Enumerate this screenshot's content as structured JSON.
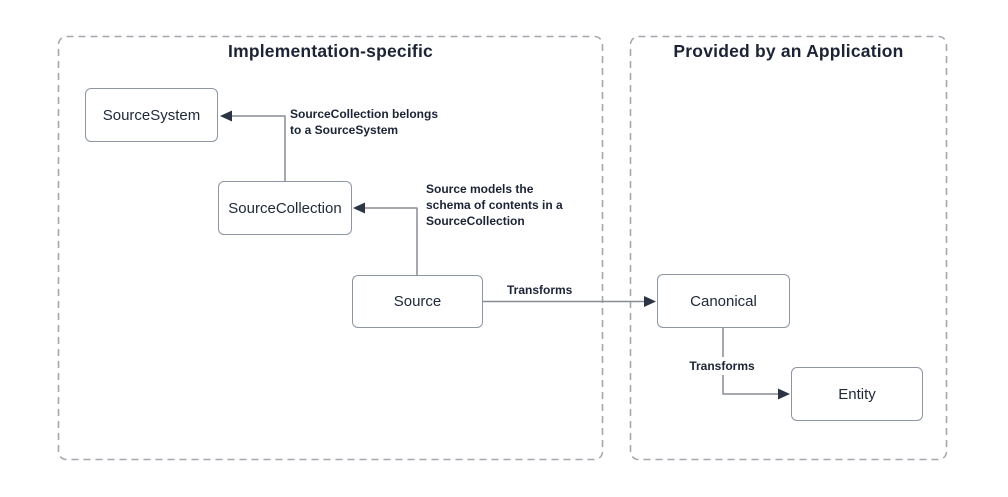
{
  "diagram": {
    "containers": [
      {
        "id": "implementation-specific",
        "title": "Implementation-specific"
      },
      {
        "id": "provided-by-application",
        "title": "Provided by an Application"
      }
    ],
    "nodes": [
      {
        "id": "source-system",
        "label": "SourceSystem"
      },
      {
        "id": "source-collection",
        "label": "SourceCollection"
      },
      {
        "id": "source",
        "label": "Source"
      },
      {
        "id": "canonical",
        "label": "Canonical"
      },
      {
        "id": "entity",
        "label": "Entity"
      }
    ],
    "edges": [
      {
        "from": "SourceCollection",
        "to": "SourceSystem",
        "label_lines": {
          "0": "SourceCollection belongs",
          "1": "to a SourceSystem"
        }
      },
      {
        "from": "Source",
        "to": "SourceCollection",
        "label_lines": {
          "0": "Source models the",
          "1": "schema of contents in a",
          "2": "SourceCollection"
        }
      },
      {
        "from": "Source",
        "to": "Canonical",
        "label_lines": {
          "0": "Transforms"
        }
      },
      {
        "from": "Canonical",
        "to": "Entity",
        "label_lines": {
          "0": "Transforms"
        }
      }
    ],
    "colors": {
      "background": "#ffffff",
      "container_border": "#a5a8ae",
      "node_border": "#8e95a3",
      "node_fill": "#ffffff",
      "edge_line": "#888c96",
      "arrowhead": "#2c3444",
      "text": "#1b2334"
    }
  }
}
